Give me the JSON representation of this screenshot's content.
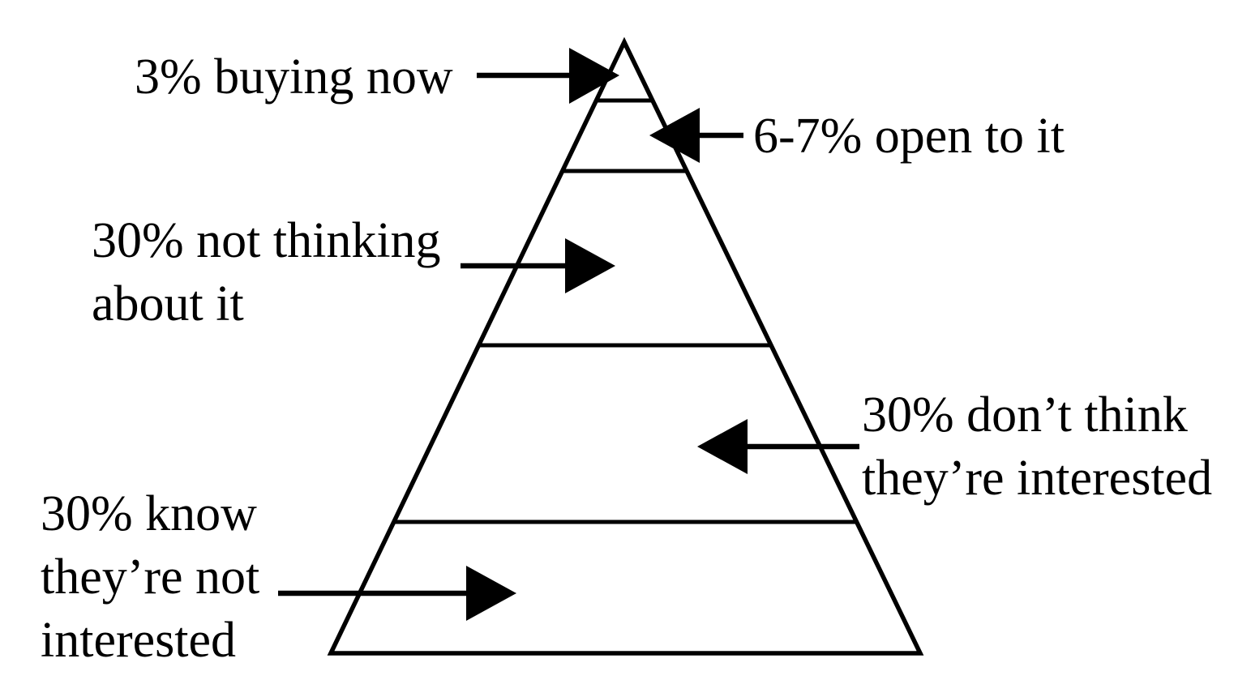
{
  "diagram": {
    "type": "pyramid",
    "segment_count": 5,
    "colors": {
      "ink": "#000000",
      "background": "#ffffff"
    }
  },
  "labels": {
    "buying_now": "3% buying now",
    "open_to_it": "6-7% open to it",
    "not_thinking": "30% not thinking\nabout it",
    "dont_think": "30% don’t think\nthey’re interested",
    "know_not": "30% know\nthey’re not\ninterested"
  },
  "segments": [
    {
      "value": "3%",
      "label": "3% buying now"
    },
    {
      "value": "6-7%",
      "label": "6-7% open to it"
    },
    {
      "value": "30%",
      "label": "30% not thinking about it"
    },
    {
      "value": "30%",
      "label": "30% don’t think they’re interested"
    },
    {
      "value": "30%",
      "label": "30% know they’re not interested"
    }
  ]
}
